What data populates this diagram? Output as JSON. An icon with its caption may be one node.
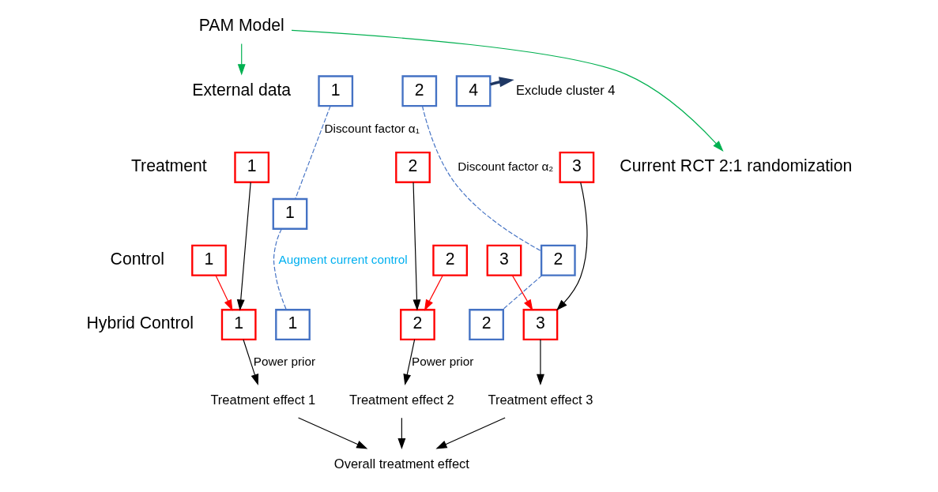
{
  "diagram": {
    "nodes": [
      {
        "text": [
          "PAM Model"
        ]
      },
      {
        "text": [
          "External data"
        ]
      },
      {
        "text": [
          "1"
        ]
      },
      {
        "text": [
          "2"
        ]
      },
      {
        "text": [
          "4"
        ]
      },
      {
        "text": [
          "Exclude cluster 4"
        ]
      },
      {
        "text": [
          "2"
        ]
      },
      {
        "text": [
          "1"
        ]
      },
      {
        "text": [
          "Current RCT 2:1 randomization"
        ]
      },
      {
        "text": [
          "1"
        ]
      },
      {
        "text": [
          "2"
        ]
      },
      {
        "text": [
          "3"
        ]
      },
      {
        "text": [
          "1"
        ]
      },
      {
        "text": [
          "2"
        ]
      },
      {
        "text": [
          "3"
        ]
      },
      {
        "text": [
          "1"
        ]
      },
      {
        "text": [
          "1"
        ]
      },
      {
        "text": [
          "2"
        ]
      },
      {
        "text": [
          "2"
        ]
      },
      {
        "text": [
          "3"
        ]
      },
      {
        "text": [
          "Treatment effect 1"
        ]
      },
      {
        "text": [
          "Treatment effect 2"
        ]
      },
      {
        "text": [
          "Treatment effect 3"
        ]
      },
      {
        "text": [
          "Overall treatment effect"
        ]
      }
    ],
    "edges": [
      {
        "from": 0,
        "to": 1,
        "arrow": "to",
        "color": "#00b050"
      },
      {
        "from": 0,
        "to": 8,
        "arrow": "to",
        "color": "#00b050"
      },
      {
        "from": 4,
        "to": 5,
        "arrow": "to",
        "style": "thick",
        "color": "#1f3864"
      },
      {
        "from": 2,
        "to": 7,
        "arrow": "none",
        "style": "dashed",
        "color": "#4472c4",
        "label": "Discount factor α₁"
      },
      {
        "from": 3,
        "to": 6,
        "arrow": "none",
        "style": "dashed",
        "color": "#4472c4",
        "label": "Discount factor α₂"
      },
      {
        "from": 7,
        "to": 16,
        "arrow": "none",
        "style": "dashed",
        "color": "#4472c4",
        "label": "Augment current control"
      },
      {
        "from": 6,
        "to": 18,
        "arrow": "none",
        "style": "dashed",
        "color": "#4472c4"
      },
      {
        "from": 12,
        "to": 15,
        "arrow": "to",
        "color": "#ff0000"
      },
      {
        "from": 9,
        "to": 15,
        "arrow": "to"
      },
      {
        "from": 13,
        "to": 17,
        "arrow": "to",
        "color": "#ff0000"
      },
      {
        "from": 10,
        "to": 17,
        "arrow": "to"
      },
      {
        "from": 14,
        "to": 19,
        "arrow": "to",
        "color": "#ff0000"
      },
      {
        "from": 11,
        "to": 19,
        "arrow": "to"
      },
      {
        "from": 15,
        "to": 20,
        "arrow": "to",
        "label": "Power prior"
      },
      {
        "from": 17,
        "to": 21,
        "arrow": "to",
        "label": "Power prior"
      },
      {
        "from": 19,
        "to": 22,
        "arrow": "to"
      },
      {
        "from": 20,
        "to": 23,
        "arrow": "to"
      },
      {
        "from": 21,
        "to": 23,
        "arrow": "to"
      },
      {
        "from": 22,
        "to": 23,
        "arrow": "to"
      }
    ],
    "labels": [
      "Treatment",
      "Control",
      "Hybrid Control"
    ]
  }
}
